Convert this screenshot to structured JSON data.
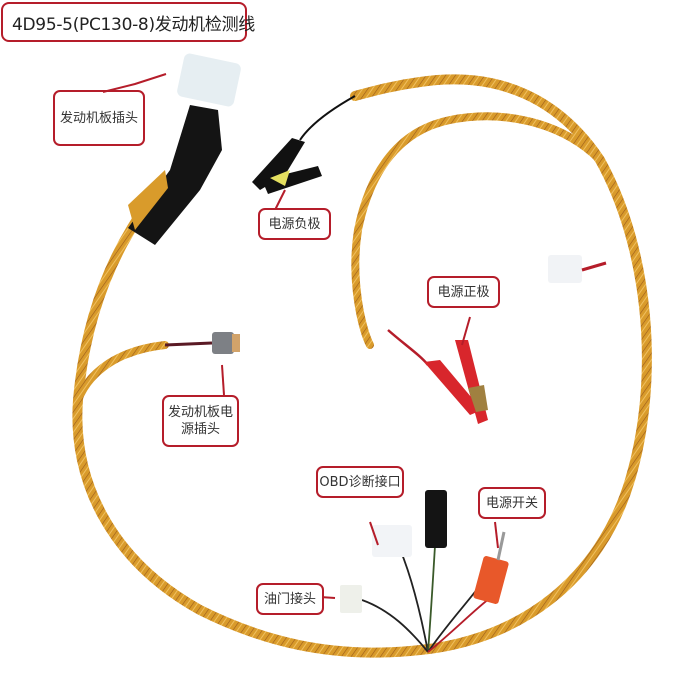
{
  "title": "4D95-5(PC130-8)发动机检测线",
  "colors": {
    "callout_border": "#b51d2a",
    "harness_sleeve": "#d89a2a",
    "harness_stripe": "#8a4a1a",
    "clip_red": "#d8262c",
    "clip_black": "#111111",
    "background": "#ffffff"
  },
  "callouts": [
    {
      "id": "engine-board-plug",
      "label": "发动机板插头"
    },
    {
      "id": "power-negative",
      "label": "电源负极"
    },
    {
      "id": "power-positive",
      "label": "电源正极"
    },
    {
      "id": "engine-board-power-plug",
      "label": "发动机板电\n源插头"
    },
    {
      "id": "obd-port",
      "label": "OBD诊断接口"
    },
    {
      "id": "power-switch",
      "label": "电源开关"
    },
    {
      "id": "throttle-connector",
      "label": "油门接头"
    }
  ]
}
